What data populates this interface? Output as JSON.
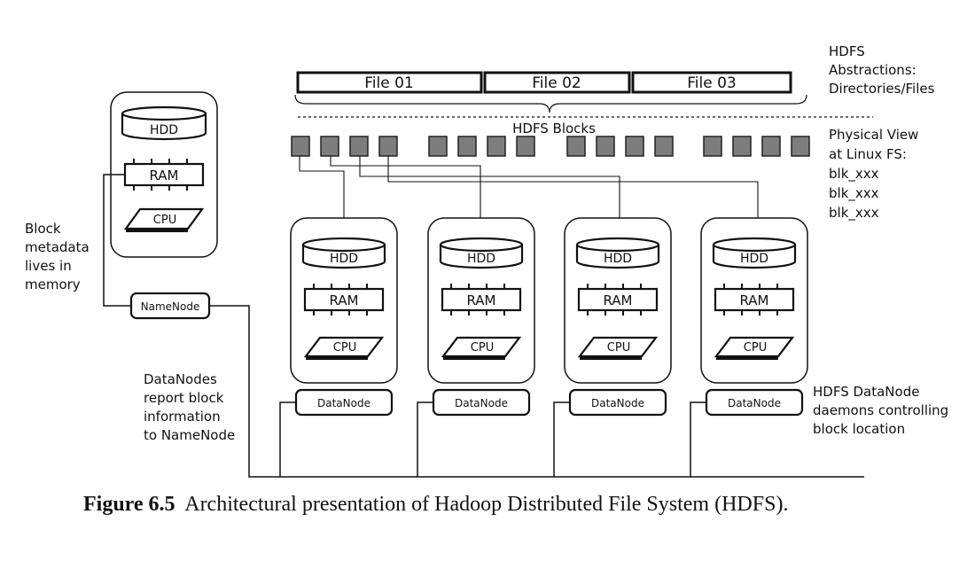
{
  "diagram": {
    "files": [
      "File 01",
      "File 02",
      "File 03"
    ],
    "hdfs_blocks_label": "HDFS Blocks",
    "abstractions_text": [
      "HDFS",
      "Abstractions:",
      "Directories/Files"
    ],
    "physical_view_text": [
      "Physical View",
      "at Linux FS:",
      "blk_xxx",
      "blk_xxx",
      "blk_xxx"
    ],
    "namenode_label": "NameNode",
    "block_metadata_text": [
      "Block",
      "metadata",
      "lives in",
      "memory"
    ],
    "datanodes_report_text": [
      "DataNodes",
      "report block",
      "information",
      "to NameNode"
    ],
    "datanode_daemons_text": [
      "HDFS DataNode",
      "daemons controlling",
      "block location"
    ],
    "hardware": {
      "hdd": "HDD",
      "ram": "RAM",
      "cpu": "CPU"
    },
    "datanode_label": "DataNode",
    "datanode_count": 4,
    "block_groups": [
      4,
      4,
      4
    ]
  },
  "caption": {
    "label": "Figure 6.5",
    "text": "Architectural presentation of Hadoop Distributed File System (HDFS)."
  }
}
